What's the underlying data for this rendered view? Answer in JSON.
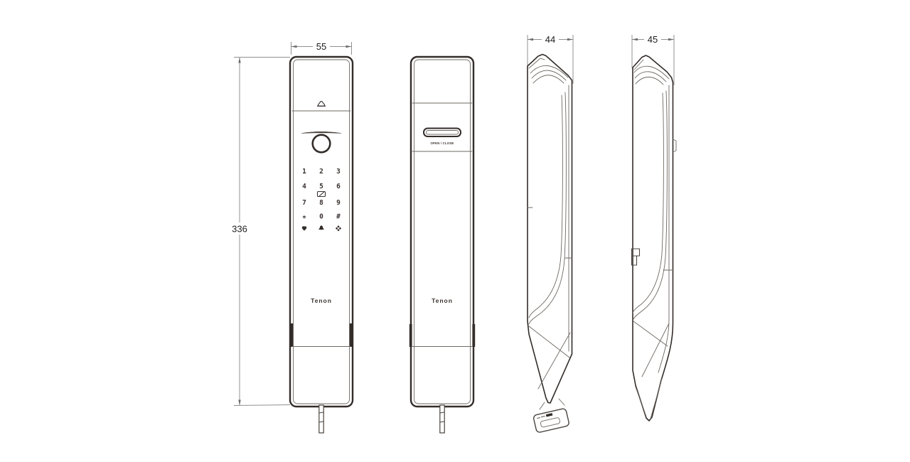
{
  "palette": {
    "outline": "#332d2a",
    "thin_line": "#6e6862",
    "dim_line": "#909090",
    "text": "#1c1c1c",
    "brand_text": "#3a332f"
  },
  "dimensions": {
    "front_width": "55",
    "front_height": "336",
    "side_a_depth": "44",
    "side_b_depth": "45"
  },
  "front_exterior": {
    "icons": [
      "doorbell-icon",
      "fingerprint-scanner-ring",
      "rfid-card-icon",
      "heart-icon",
      "bell-icon",
      "clover-icon"
    ],
    "keypad_digits": [
      "1",
      "2",
      "3",
      "4",
      "5",
      "6",
      "7",
      "8",
      "9"
    ],
    "keypad_symbols": [
      "*",
      "0",
      "#"
    ],
    "brand": "Tenon"
  },
  "front_interior": {
    "slot_label": "OPEN / CLOSE",
    "brand": "Tenon"
  }
}
